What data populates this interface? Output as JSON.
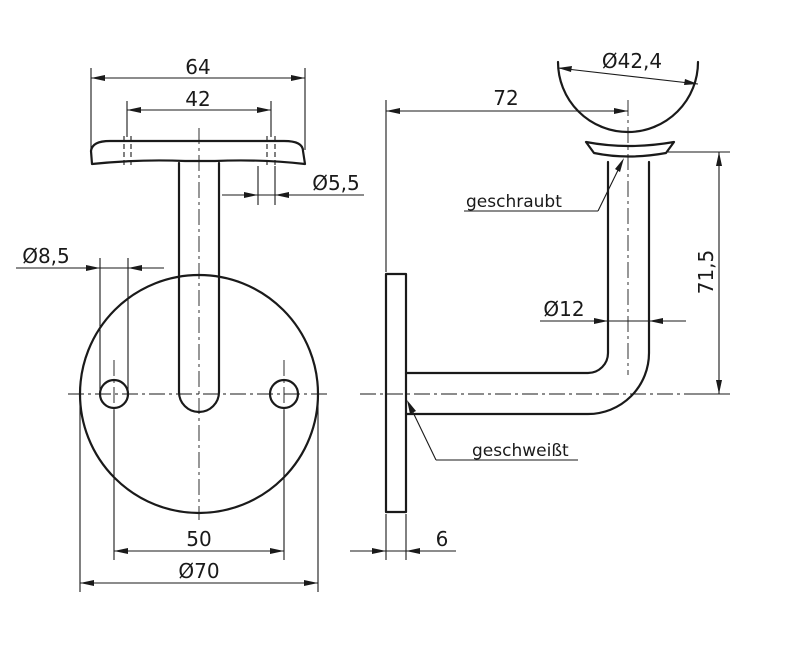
{
  "dimensions": {
    "top_width": "64",
    "hole_spacing_top": "42",
    "bolt_dia": "Ø5,5",
    "hole_dia": "Ø8,5",
    "hole_spacing_bottom": "50",
    "plate_dia": "Ø70",
    "projection": "72",
    "rail_dia": "Ø42,4",
    "height": "71,5",
    "tube_dia": "Ø12",
    "plate_thickness": "6"
  },
  "annotations": {
    "screwed": "geschraubt",
    "welded": "geschweißt"
  }
}
